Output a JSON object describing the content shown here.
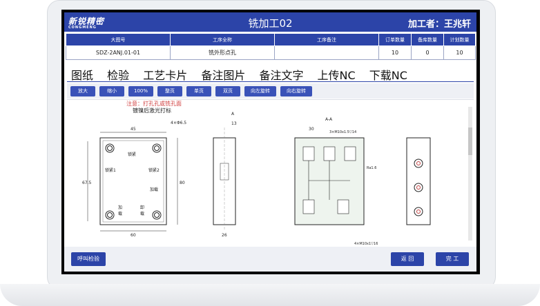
{
  "header": {
    "logo_text": "新锐精密",
    "logo_sub": "CONGMENG",
    "title": "铣加工02",
    "operator": "加工者：王兆轩"
  },
  "info_table": {
    "headers": [
      "大图号",
      "工序全称",
      "工序备注",
      "订单数量",
      "备库数量",
      "计划数量"
    ],
    "values": [
      "SDZ-2ANJ.01-01",
      "铣外形点孔",
      "",
      "10",
      "0",
      "10"
    ]
  },
  "tabs": [
    "图纸",
    "检验",
    "工艺卡片",
    "备注图片",
    "备注文字",
    "上传NC",
    "下载NC"
  ],
  "toolbar": [
    "放大",
    "缩小",
    "100%",
    "整页",
    "单页",
    "双页",
    "向左旋转",
    "向右旋转"
  ],
  "drawing": {
    "note_line1": "注意：打孔孔或铣孔面",
    "note_line2": "镀镍后激光打标",
    "dim_45": "45",
    "dim_hole": "4×Φ6.5",
    "dim_675": "67.5",
    "dim_80": "80",
    "dim_60": "60",
    "label_lock": "锁紧",
    "label_lock1": "锁紧1",
    "label_lock2": "锁紧2",
    "label_load": "加载",
    "label_load2a": "加",
    "label_load2b": "载",
    "label_unload_a": "卸",
    "label_unload_b": "载",
    "dim_13": "13",
    "dim_26": "26",
    "section_a": "A",
    "section_aa": "A-A",
    "dim_30": "30",
    "dim_3xm10": "3×M10x1.5▽14",
    "dim_4xm10": "4×M10x1▽16",
    "dim_ra": "Ra1.6"
  },
  "footer": {
    "call_inspection": "呼叫检验",
    "back": "返 回",
    "finish": "完 工"
  }
}
